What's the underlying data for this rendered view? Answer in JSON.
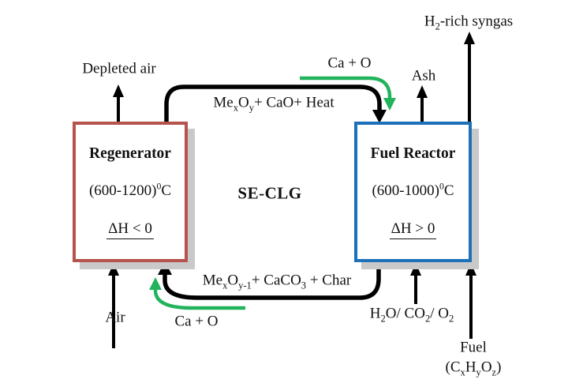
{
  "diagram": {
    "center_title": "SE-CLG",
    "colors": {
      "regenerator_border": "#b5534d",
      "fuel_reactor_border": "#1d71b8",
      "green_arrow": "#22b35c",
      "pipe_black": "#000000",
      "box_shadow": "#c9c9c9"
    },
    "regenerator": {
      "title": "Regenerator",
      "temperature_rich": [
        {
          "t": "(600-1200)"
        },
        {
          "t": "0",
          "sup": true
        },
        {
          "t": "C"
        }
      ],
      "enthalpy": "ΔH < 0"
    },
    "fuel_reactor": {
      "title": "Fuel Reactor",
      "temperature_rich": [
        {
          "t": "(600-1000)"
        },
        {
          "t": "0",
          "sup": true
        },
        {
          "t": "C"
        }
      ],
      "enthalpy": "ΔH > 0"
    },
    "streams": {
      "depleted_air": "Depleted air",
      "air": "Air",
      "ash": "Ash",
      "ca_o_top": "Ca + O",
      "ca_o_bottom": "Ca + O",
      "fuel": "Fuel",
      "h2_rich_syngas_rich": [
        {
          "t": "H"
        },
        {
          "t": "2",
          "sub": true
        },
        {
          "t": "-rich syngas"
        }
      ],
      "top_pipe_rich": [
        {
          "t": "Me"
        },
        {
          "t": "x",
          "sub": true
        },
        {
          "t": "O"
        },
        {
          "t": "y",
          "sub": true
        },
        {
          "t": "+ CaO+ Heat"
        }
      ],
      "bottom_pipe_rich": [
        {
          "t": "Me"
        },
        {
          "t": "x",
          "sub": true
        },
        {
          "t": "O"
        },
        {
          "t": "y-1",
          "sub": true
        },
        {
          "t": "+ CaCO"
        },
        {
          "t": "3",
          "sub": true
        },
        {
          "t": " + Char"
        }
      ],
      "oxidants_rich": [
        {
          "t": "H"
        },
        {
          "t": "2",
          "sub": true
        },
        {
          "t": "O/ CO"
        },
        {
          "t": "2",
          "sub": true
        },
        {
          "t": "/ O"
        },
        {
          "t": "2",
          "sub": true
        }
      ],
      "fuel_formula_rich": [
        {
          "t": "(C"
        },
        {
          "t": "x",
          "sub": true
        },
        {
          "t": "H"
        },
        {
          "t": "y",
          "sub": true
        },
        {
          "t": "O"
        },
        {
          "t": "z",
          "sub": true
        },
        {
          "t": ")"
        }
      ]
    }
  }
}
